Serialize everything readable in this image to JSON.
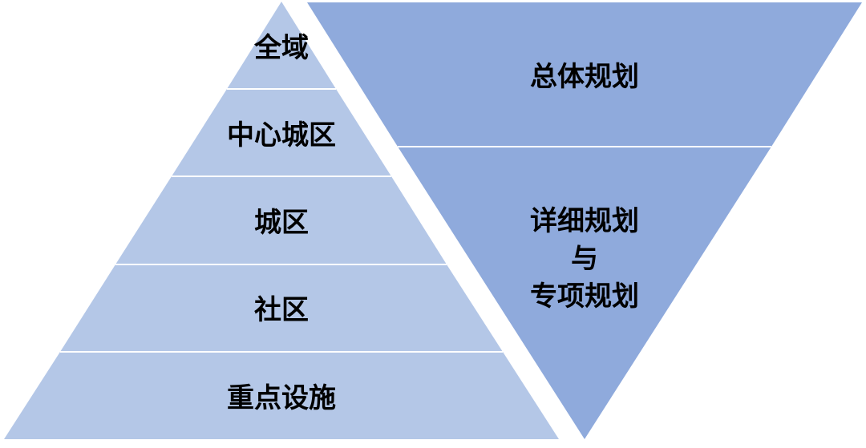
{
  "colors": {
    "background": "#ffffff",
    "pyramid_fill": "#b4c7e7",
    "inverted_fill": "#8faadc",
    "divider": "#ffffff",
    "text": "#000000"
  },
  "pyramid": {
    "levels": [
      {
        "label": "全域"
      },
      {
        "label": "中心城区"
      },
      {
        "label": "城区"
      },
      {
        "label": "社区"
      },
      {
        "label": "重点设施"
      }
    ]
  },
  "inverted": {
    "sections": [
      {
        "lines": [
          "总体规划"
        ]
      },
      {
        "lines": [
          "详细规划",
          "与",
          "专项规划"
        ]
      }
    ]
  }
}
